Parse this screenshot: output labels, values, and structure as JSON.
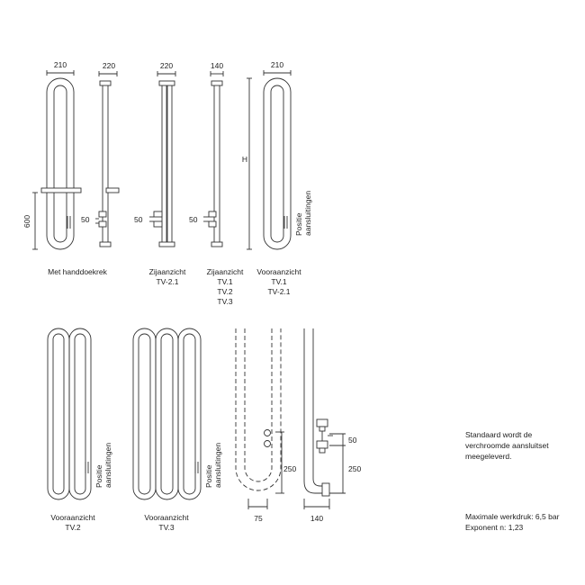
{
  "dimensions": {
    "d210a": "210",
    "d220a": "220",
    "d220b": "220",
    "d140a": "140",
    "d210b": "210",
    "d600": "600",
    "d50a": "50",
    "d50b": "50",
    "d50c": "50",
    "h": "H",
    "d250a": "250",
    "d75": "75",
    "d50d": "50",
    "d250b": "250",
    "d140b": "140"
  },
  "labels": {
    "positie": "Positie",
    "aansluitingen": "aansluitingen"
  },
  "captions": {
    "met_handdoekrek": [
      "Met handdoekrek"
    ],
    "zijaanzicht_tv21": [
      "Zijaanzicht",
      "TV-2.1"
    ],
    "zijaanzicht_tv1": [
      "Zijaanzicht",
      "TV.1",
      "TV.2",
      "TV.3"
    ],
    "vooraanzicht_tv1": [
      "Vooraanzicht",
      "TV.1",
      "TV-2.1"
    ],
    "vooraanzicht_tv2": [
      "Vooraanzicht",
      "TV.2"
    ],
    "vooraanzicht_tv3": [
      "Vooraanzicht",
      "TV.3"
    ]
  },
  "notes": {
    "standaard": [
      "Standaard wordt de",
      "verchroomde aansluitset",
      "meegeleverd."
    ],
    "werkdruk": [
      "Maximale werkdruk: 6,5 bar",
      "Exponent n: 1,23"
    ]
  }
}
